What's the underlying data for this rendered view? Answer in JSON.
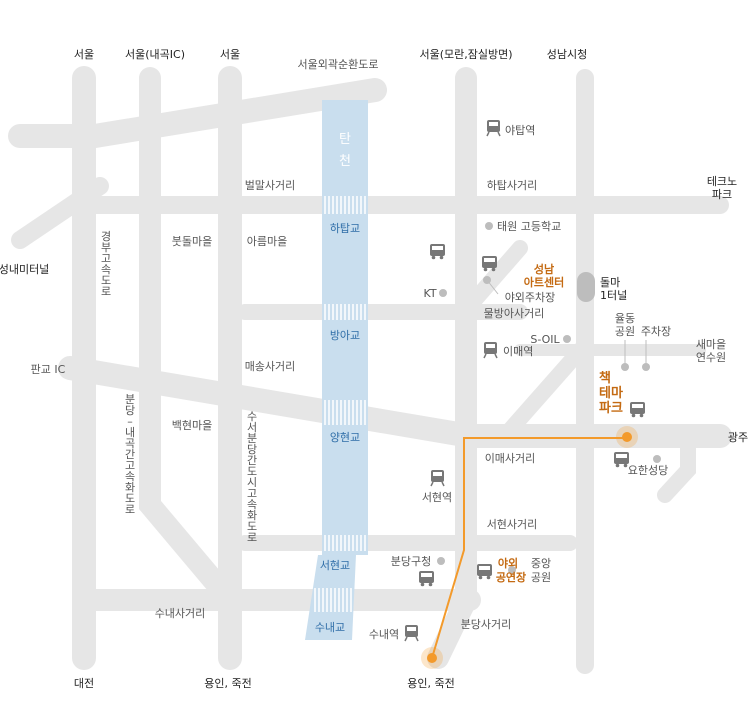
{
  "colors": {
    "road": "#e6e6e6",
    "stream": "#c9deee",
    "route": "#f39a2b",
    "marker": "#f39a2b",
    "poi_dot": "#bdbdbd",
    "icon": "#777777",
    "highlight_text": "#c46a12",
    "bridge_text": "#2f6ea8"
  },
  "directions": {
    "seoul_left": "서울",
    "seoul_ic": "서울(내곡IC)",
    "seoul_mid": "서울",
    "seoul_moran": "서울(모란,잠실방면)",
    "seongnam_cityhall": "성남시청",
    "outer_ring": "서울외곽순환도로",
    "techno_park": [
      "테크노",
      "파크"
    ],
    "seongnam_terminal": "성내미터널",
    "pangyo_ic": "판교 IC",
    "gwangju": "광주",
    "daejeon": "대전",
    "yongin_left": "용인, 죽전",
    "yongin_right": "용인, 죽전"
  },
  "stream": {
    "name": [
      "탄",
      "천"
    ],
    "bridges": [
      "하탑교",
      "방아교",
      "양현교",
      "서현교",
      "수내교"
    ]
  },
  "intersections": [
    "벌말사거리",
    "하탑사거리",
    "매송사거리",
    "물방아사거리",
    "이매사거리",
    "서현사거리",
    "수내사거리",
    "분당사거리"
  ],
  "vertical_roads": {
    "gyeongbu": [
      "경",
      "부",
      "고",
      "속",
      "도",
      "로"
    ],
    "bundang_naegok": [
      "분",
      "당",
      "–",
      "내",
      "곡",
      "간",
      "고",
      "속",
      "화",
      "도",
      "로"
    ],
    "suseo_bundang": [
      "수",
      "서",
      "분",
      "당",
      "간",
      "도",
      "시",
      "고",
      "속",
      "화",
      "도",
      "로"
    ]
  },
  "villages": [
    "붓돌마을",
    "아름마을",
    "백현마을"
  ],
  "stations": {
    "yatap": "야탑역",
    "imae": "이매역",
    "seohyeon": "서현역",
    "sunae": "수내역"
  },
  "pois": {
    "taewon_school": "태원 고등학교",
    "kt": "KT",
    "art_center": [
      "성남",
      "아트센터"
    ],
    "parking_lot": "야외주차장",
    "dolma_tunnel": [
      "돌마",
      "1터널"
    ],
    "s_oil": "S-OIL",
    "yuldong_park": [
      "율동",
      "공원"
    ],
    "parking": "주차장",
    "saemaeul": [
      "새마을",
      "연수원"
    ],
    "book_theme_park": [
      "책",
      "테마",
      "파크"
    ],
    "yohan_church": "요한성당",
    "bundang_office": "분당구청",
    "outdoor_stage": [
      "야외",
      "공연장"
    ],
    "central_park": [
      "중앙",
      "공원"
    ]
  }
}
